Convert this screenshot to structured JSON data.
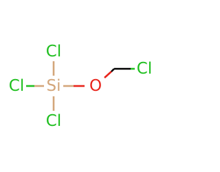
{
  "molecule": {
    "atoms": {
      "cl_top": {
        "symbol": "Cl",
        "color": "#1fbf1f"
      },
      "cl_left": {
        "symbol": "Cl",
        "color": "#1fbf1f"
      },
      "cl_bottom": {
        "symbol": "Cl",
        "color": "#1fbf1f"
      },
      "si": {
        "symbol": "Si",
        "color": "#d3a67a"
      },
      "o": {
        "symbol": "O",
        "color": "#e8231a"
      },
      "cl_right": {
        "symbol": "Cl",
        "color": "#1fbf1f"
      }
    },
    "bond_color": "#000000"
  }
}
